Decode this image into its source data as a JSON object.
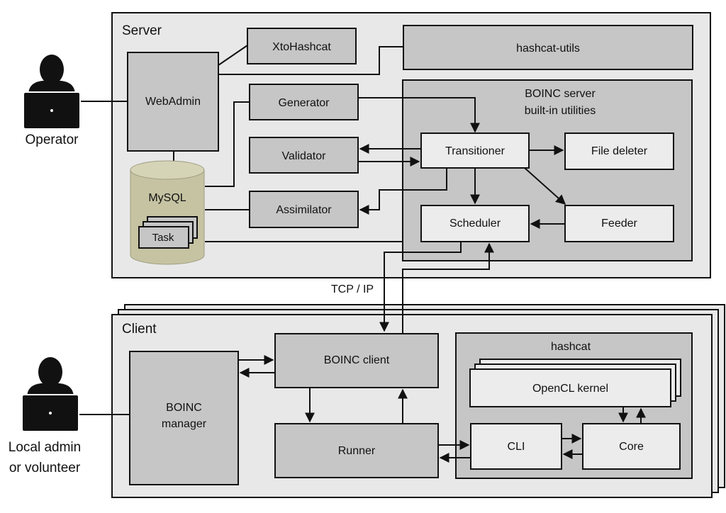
{
  "server": {
    "title": "Server",
    "xtohashcat": "XtoHashcat",
    "hashcat_utils": "hashcat-utils",
    "webadmin": "WebAdmin",
    "generator": "Generator",
    "validator": "Validator",
    "assimilator": "Assimilator",
    "mysql": "MySQL",
    "task": "Task",
    "boinc_utils_line1": "BOINC server",
    "boinc_utils_line2": "built-in utilities",
    "transitioner": "Transitioner",
    "file_deleter": "File deleter",
    "scheduler": "Scheduler",
    "feeder": "Feeder"
  },
  "network": {
    "label": "TCP / IP"
  },
  "client": {
    "title": "Client",
    "boinc_client": "BOINC client",
    "boinc_manager_line1": "BOINC",
    "boinc_manager_line2": "manager",
    "runner": "Runner",
    "hashcat": "hashcat",
    "opencl_kernel": "OpenCL kernel",
    "cli": "CLI",
    "core": "Core"
  },
  "actors": {
    "operator": "Operator",
    "local_admin_line1": "Local admin",
    "local_admin_line2": "or volunteer"
  },
  "colors": {
    "panel_bg": "#e8e8e8",
    "box_dark": "#c6c6c6",
    "box_light": "#ececec",
    "db_fill": "#c5c3a2",
    "stroke": "#111111"
  }
}
